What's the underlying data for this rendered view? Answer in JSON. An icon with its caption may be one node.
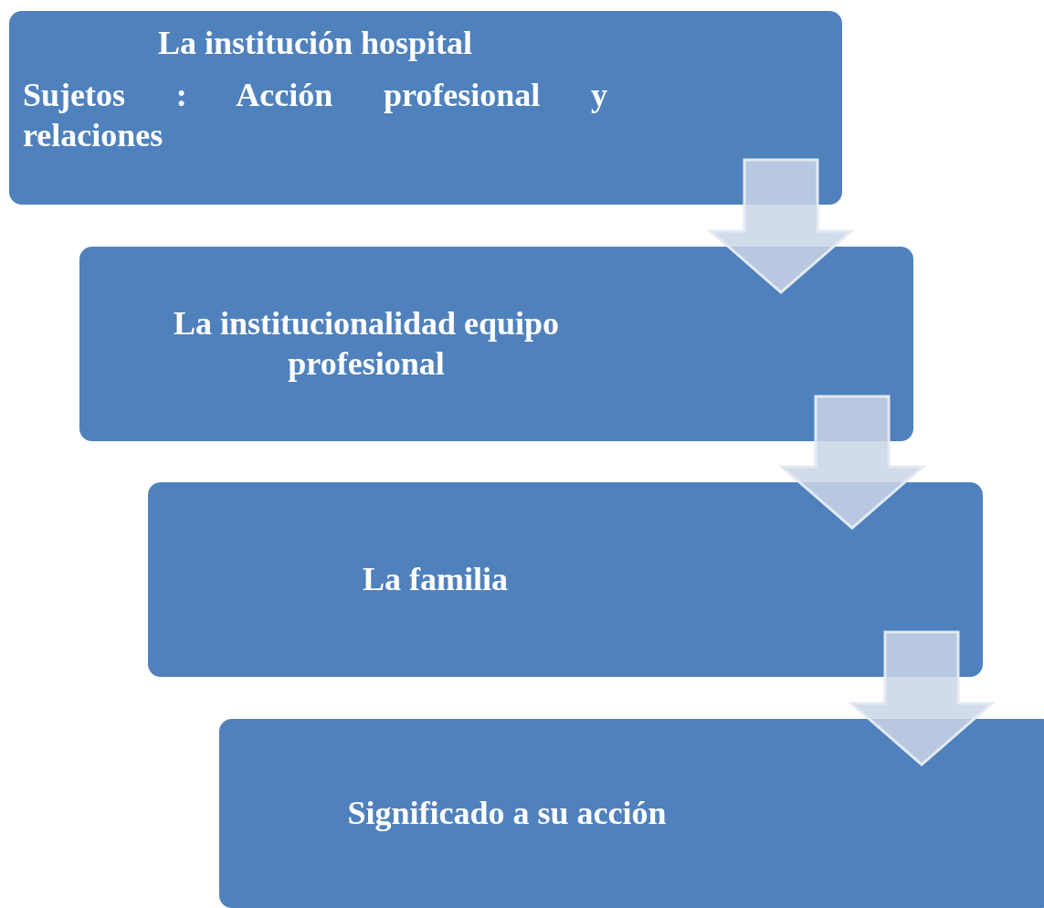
{
  "diagram": {
    "nodes": [
      {
        "text": [
          "La institución hospital",
          "Sujetos : Acción profesional y relaciones"
        ]
      },
      {
        "text": [
          "La institucionalidad equipo profesional"
        ]
      },
      {
        "text": [
          "La familia"
        ]
      },
      {
        "text": [
          "Significado a su acción"
        ]
      }
    ],
    "edges": [
      {
        "from": 0,
        "to": 1,
        "arrow": "to"
      },
      {
        "from": 1,
        "to": 2,
        "arrow": "to"
      },
      {
        "from": 2,
        "to": 3,
        "arrow": "to"
      }
    ]
  }
}
